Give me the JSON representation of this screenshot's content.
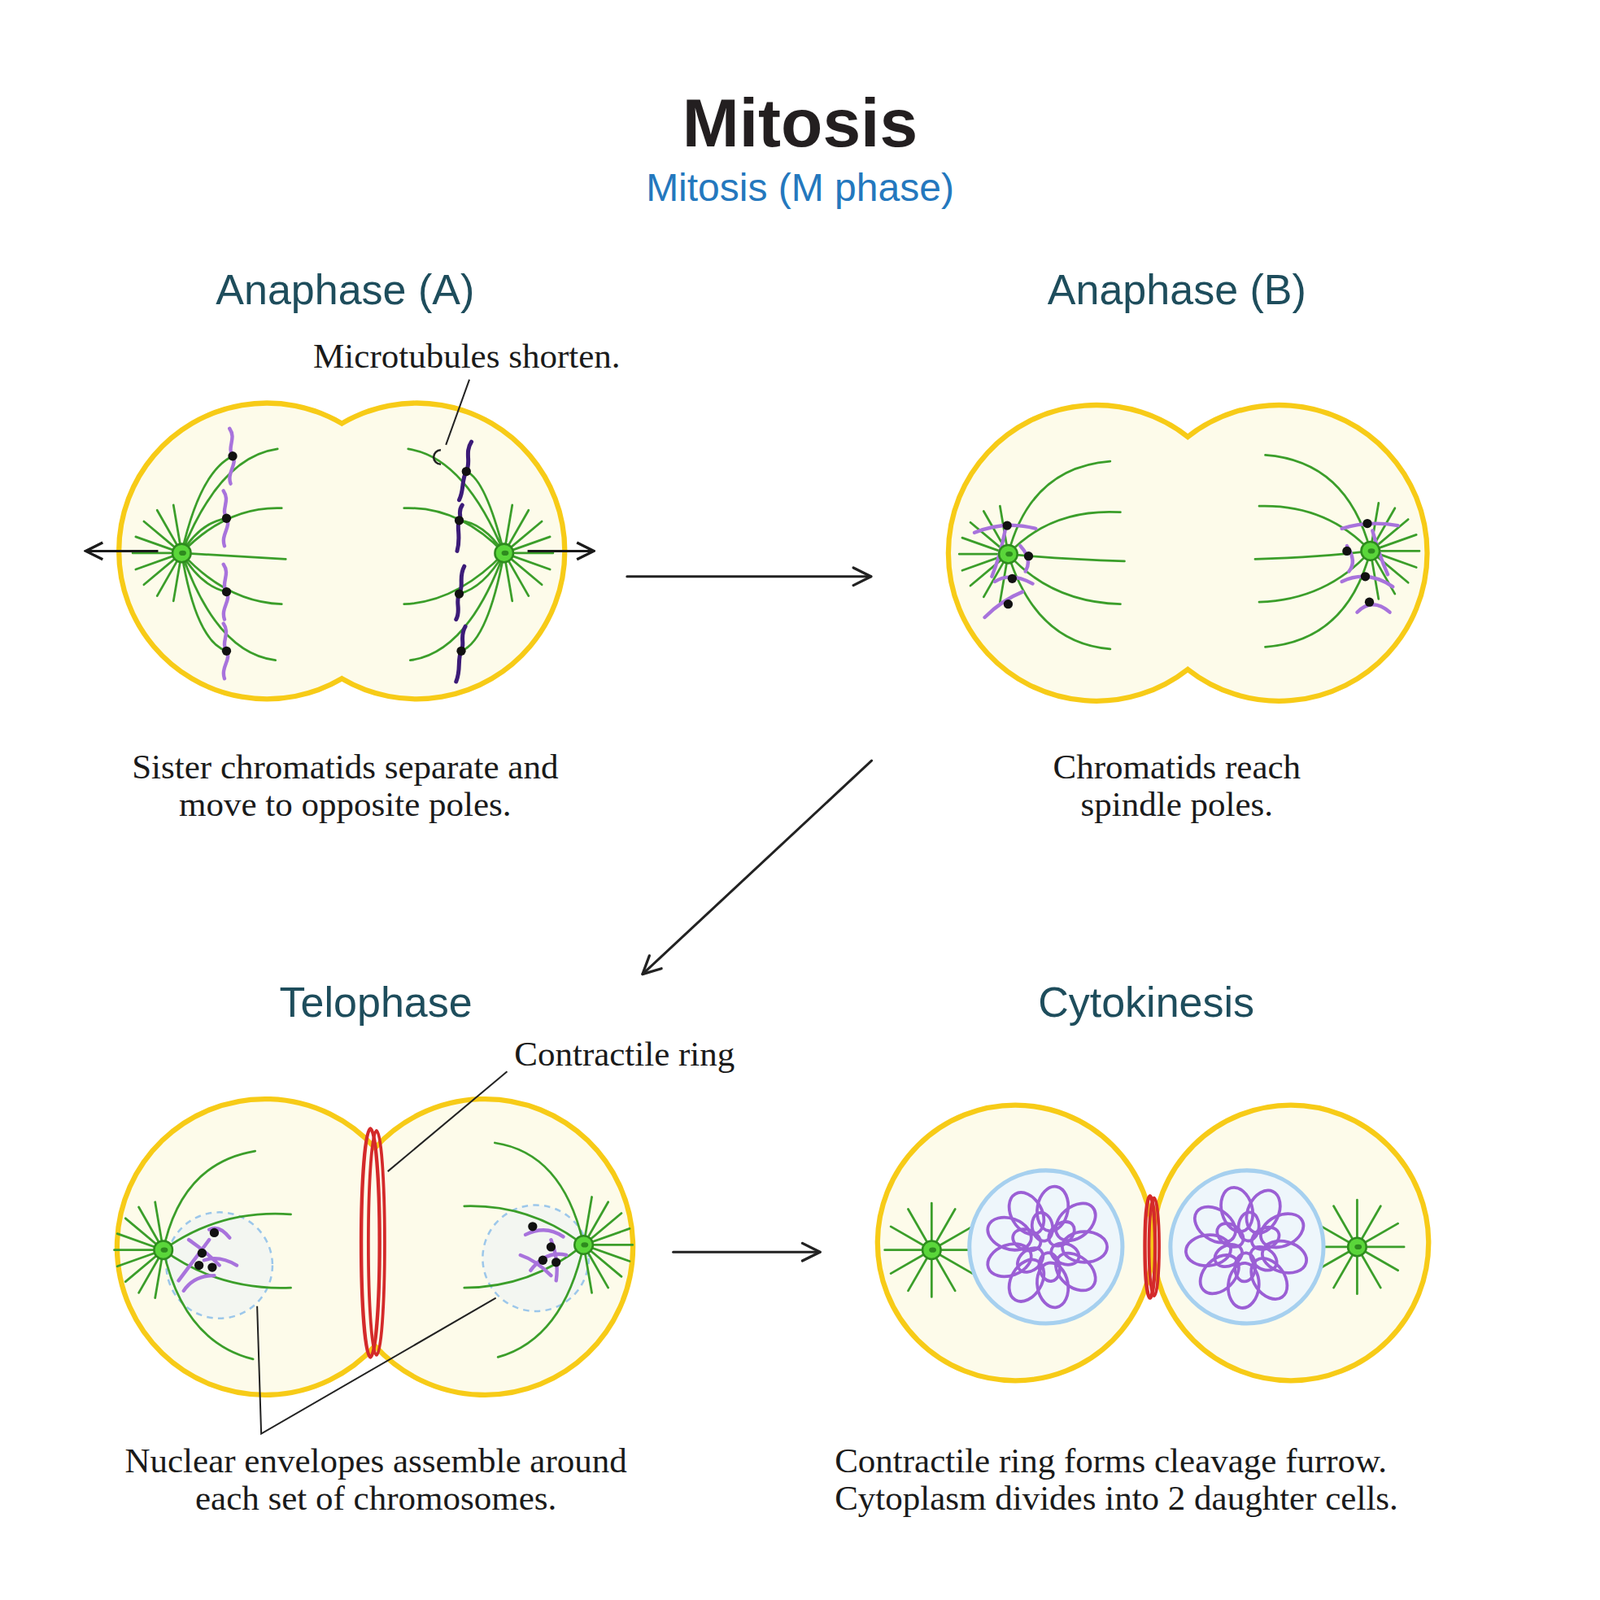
{
  "diagram": {
    "title": "Mitosis",
    "nodes": [
      {
        "text": [
          "Anaphase (A)",
          "Sister chromatids separate and move to opposite poles."
        ]
      },
      {
        "text": [
          "Anaphase (B)",
          "Chromatids reach spindle poles."
        ]
      },
      {
        "text": [
          "Telophase",
          "Nuclear envelopes assemble around each set of chromosomes."
        ]
      },
      {
        "text": [
          "Cytokinesis",
          "Contractile ring forms cleavage furrow. Cytoplasm divides into 2 daughter cells."
        ]
      }
    ],
    "edges": [
      {
        "from": 0,
        "to": 1,
        "arrow": "to"
      },
      {
        "from": 1,
        "to": 2,
        "arrow": "to"
      },
      {
        "from": 2,
        "to": 3,
        "arrow": "to"
      }
    ],
    "labels": [
      "Mitosis (M phase)",
      "Microtubules shorten.",
      "Contractile ring"
    ]
  }
}
